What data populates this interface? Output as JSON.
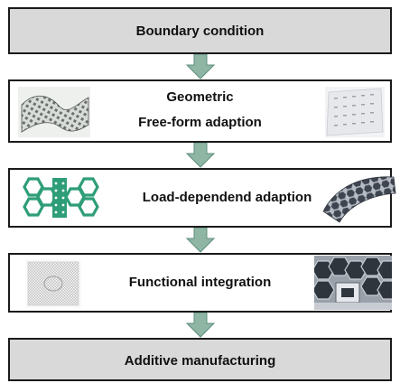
{
  "steps": {
    "boundary": {
      "label": "Boundary condition"
    },
    "geometric": {
      "line1": "Geometric",
      "line2": "Free-form adaption"
    },
    "load": {
      "label": "Load-dependend  adaption"
    },
    "functional": {
      "label": "Functional integration"
    },
    "additive": {
      "label": "Additive manufacturing"
    }
  },
  "colors": {
    "box_gray": "#d9d9d9",
    "box_white": "#ffffff",
    "border": "#1a1a1a",
    "arrow_fill": "#8fb5a5",
    "arrow_stroke": "#5e8f7c",
    "lattice_green": "#2e9e78"
  },
  "icons": [
    "curved-lattice-sheet",
    "perforated-panel",
    "green-hexagon-panel",
    "curved-hex-lattice",
    "fine-mesh-panel",
    "hex-core-with-insert"
  ]
}
